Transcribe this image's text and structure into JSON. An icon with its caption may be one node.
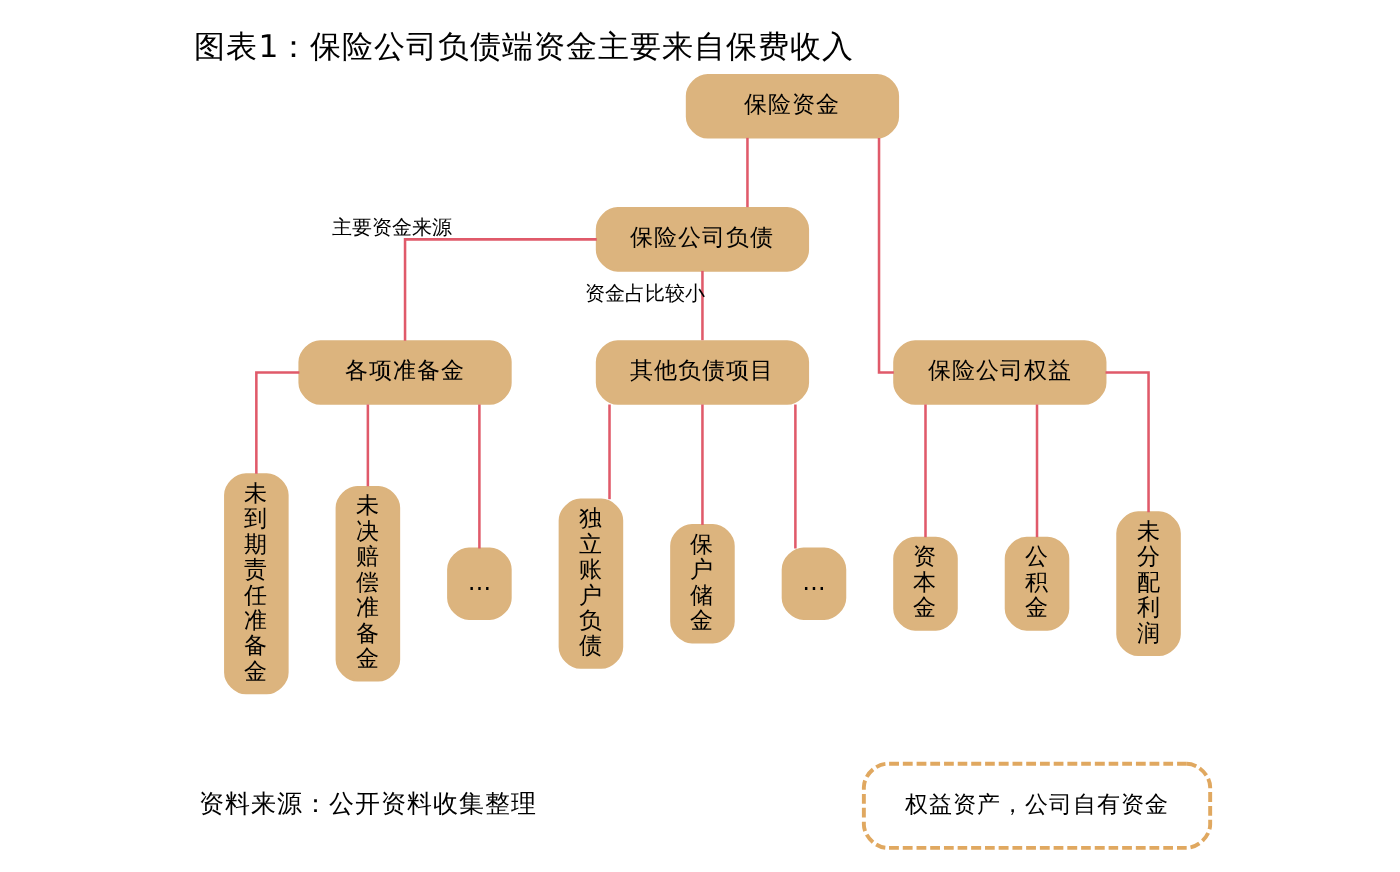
{
  "diagram": {
    "title": "图表1：保险公司负债端资金主要来自保费收入",
    "caption": "资料来源：公开资料收集整理",
    "nodes": [
      {
        "text": [
          "保险资金"
        ]
      },
      {
        "text": [
          "保险公司负债"
        ]
      },
      {
        "text": [
          "保险公司权益"
        ]
      },
      {
        "text": [
          "各项准备金"
        ]
      },
      {
        "text": [
          "其他负债项目"
        ]
      },
      {
        "text": [
          "未到期责任准备金"
        ]
      },
      {
        "text": [
          "未决赔偿准备金"
        ]
      },
      {
        "text": [
          "…"
        ]
      },
      {
        "text": [
          "独立账户负债"
        ]
      },
      {
        "text": [
          "保户储金"
        ]
      },
      {
        "text": [
          "…"
        ]
      },
      {
        "text": [
          "资本金"
        ]
      },
      {
        "text": [
          "公积金"
        ]
      },
      {
        "text": [
          "未分配利润"
        ]
      },
      {
        "text": [
          "权益资产，公司自有资金"
        ]
      }
    ],
    "edges": [
      {
        "from": 0,
        "to": 1,
        "arrow": "none"
      },
      {
        "from": 0,
        "to": 2,
        "arrow": "none"
      },
      {
        "from": 1,
        "to": 3,
        "arrow": "none",
        "label": "主要资金来源"
      },
      {
        "from": 1,
        "to": 4,
        "arrow": "none",
        "label": "资金占比较小"
      },
      {
        "from": 3,
        "to": 5,
        "arrow": "none"
      },
      {
        "from": 3,
        "to": 6,
        "arrow": "none"
      },
      {
        "from": 3,
        "to": 7,
        "arrow": "none"
      },
      {
        "from": 4,
        "to": 8,
        "arrow": "none"
      },
      {
        "from": 4,
        "to": 9,
        "arrow": "none"
      },
      {
        "from": 4,
        "to": 10,
        "arrow": "none"
      },
      {
        "from": 2,
        "to": 11,
        "arrow": "none"
      },
      {
        "from": 2,
        "to": 12,
        "arrow": "none"
      },
      {
        "from": 2,
        "to": 13,
        "arrow": "none"
      }
    ]
  }
}
